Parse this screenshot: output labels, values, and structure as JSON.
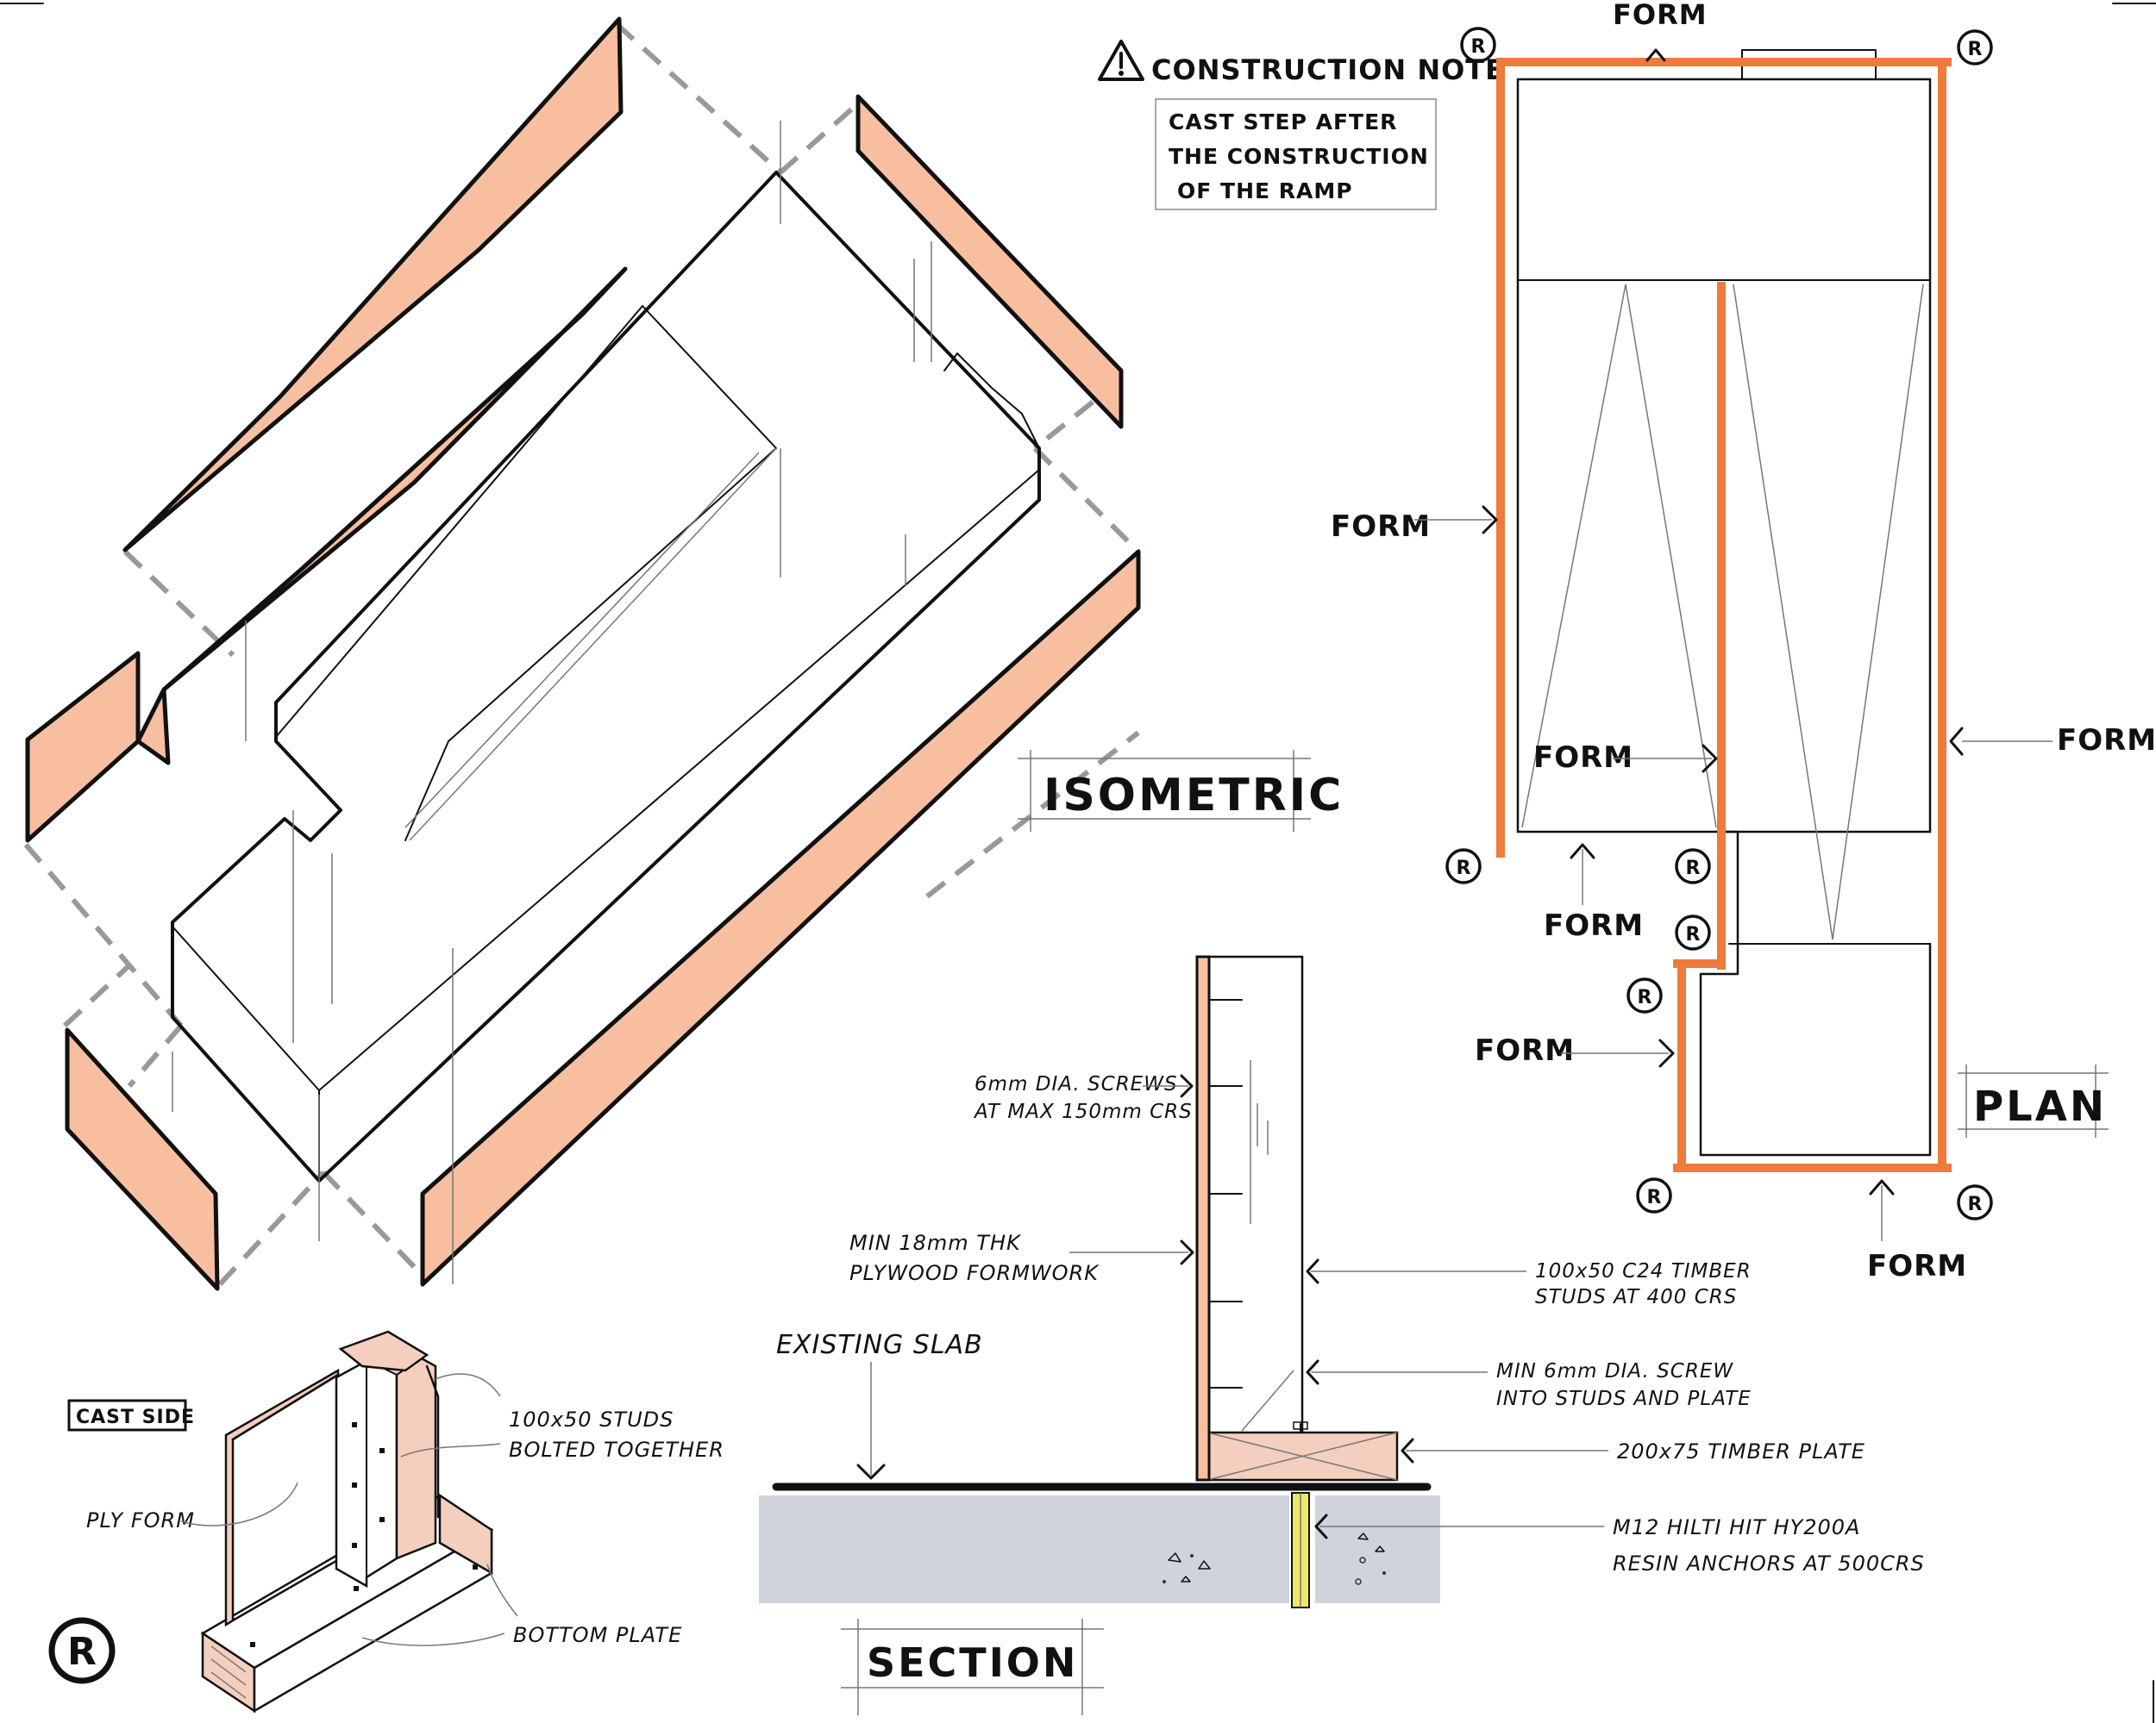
{
  "colors": {
    "ink": "#111111",
    "form_orange": "#ee7a3c",
    "form_fill": "#f7bfa0",
    "timber_fill": "#f4cfbd",
    "concrete": "#cfd3db",
    "anchor": "#efe56a",
    "dash_grey": "#9a9a9a"
  },
  "construction_note": {
    "title": "CONSTRUCTION NOTE",
    "icon": "warning-icon",
    "lines": [
      "CAST STEP AFTER",
      "THE CONSTRUCTION",
      "OF THE RAMP"
    ]
  },
  "views": {
    "isometric": "ISOMETRIC",
    "plan": "PLAN",
    "section": "SECTION"
  },
  "plan": {
    "form_label": "FORM",
    "r_mark": "R"
  },
  "section": {
    "existing_slab": "EXISTING SLAB",
    "screws": [
      "6mm DIA. SCREWS",
      "AT MAX 150mm CRS"
    ],
    "plywood": [
      "MIN 18mm THK",
      "PLYWOOD FORMWORK"
    ],
    "studs": [
      "100x50 C24 TIMBER",
      "STUDS AT 400 CRS"
    ],
    "min_screw": [
      "MIN 6mm DIA. SCREW",
      "INTO STUDS AND PLATE"
    ],
    "timber_plate": "200x75 TIMBER PLATE",
    "anchors": [
      "M12 HILTI HIT HY200A",
      "RESIN ANCHORS AT 500CRS"
    ]
  },
  "detail": {
    "cast_side": "CAST SIDE",
    "studs": [
      "100x50 STUDS",
      "BOLTED TOGETHER"
    ],
    "ply_form": "PLY FORM",
    "bottom_plate": "BOTTOM PLATE",
    "r_mark": "R"
  }
}
